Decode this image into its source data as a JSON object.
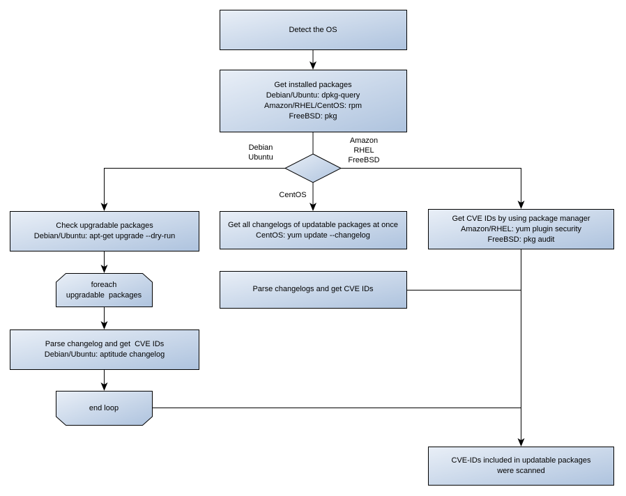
{
  "diagram": {
    "colors": {
      "fill_light": "#e9eff7",
      "fill_dark": "#aec3de",
      "border": "#000000",
      "line": "#000000",
      "text": "#000000",
      "background": "#ffffff"
    },
    "nodes": {
      "detect_os": {
        "text": "Detect the OS"
      },
      "get_installed_packages": {
        "text": "Get installed packages\nDebian/Ubuntu: dpkg-query\nAmazon/RHEL/CentOS: rpm\nFreeBSD: pkg"
      },
      "check_upgradable_packages": {
        "text": "Check upgradable packages\nDebian/Ubuntu: apt-get upgrade --dry-run"
      },
      "foreach_loop_start": {
        "text": "foreach\nupgradable  packages"
      },
      "parse_changelog": {
        "text": "Parse changelog and get  CVE IDs\nDebian/Ubuntu: aptitude changelog"
      },
      "end_loop": {
        "text": "end loop"
      },
      "get_all_changelogs": {
        "text": "Get all changelogs of updatable packages at once\nCentOS: yum update --changelog"
      },
      "parse_changelogs": {
        "text": "Parse changelogs and get CVE IDs"
      },
      "get_cve_ids_pkg_manager": {
        "text": "Get CVE IDs by using package manager\nAmazon/RHEL: yum plugin security\nFreeBSD: pkg audit"
      },
      "scan_result": {
        "text": "CVE-IDs included in updatable packages\nwere scanned"
      }
    },
    "edge_labels": {
      "left_branch": "Debian\nUbuntu",
      "right_branch": "Amazon\nRHEL\nFreeBSD",
      "middle_branch": "CentOS"
    }
  }
}
